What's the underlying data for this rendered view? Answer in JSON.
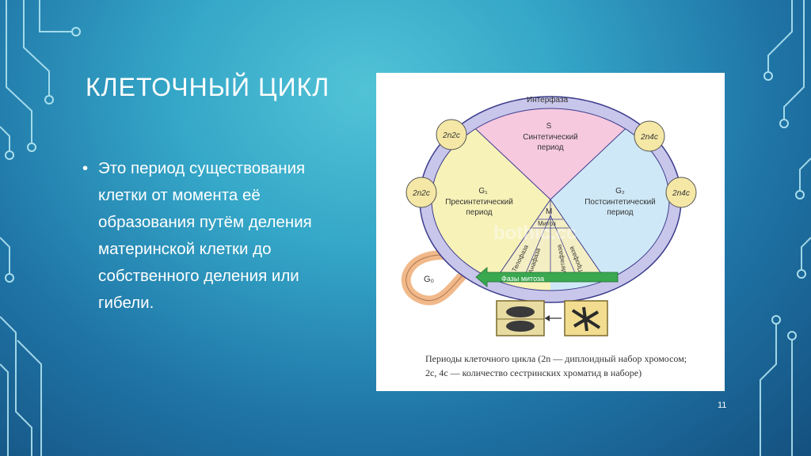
{
  "slide": {
    "title": "КЛЕТОЧНЫЙ ЦИКЛ",
    "bullet_marker": "•",
    "bullet_text": "Это период существования клетки от момента её образования путём деления материнской клетки до собственного деления или гибели.",
    "page_number": "11"
  },
  "diagram": {
    "ring_label": "Интерфаза",
    "s_phase": {
      "letter": "S",
      "line1": "Синтетический",
      "line2": "период"
    },
    "g1_phase": {
      "letter": "G₁",
      "line1": "Пресинтетический",
      "line2": "период"
    },
    "g2_phase": {
      "letter": "G₂",
      "line1": "Постсинтетический",
      "line2": "период"
    },
    "m_phase": {
      "letter": "M",
      "label": "Митоз"
    },
    "mitosis_phases": [
      "Телофаза",
      "Анафаза",
      "Метафаза",
      "Профаза"
    ],
    "arrow_label": "Фазы  митоза",
    "g0_label": "G₀",
    "chromosome_sets": {
      "top_left": "2n2c",
      "mid_left": "2n2c",
      "top_right": "2n4c",
      "mid_right": "2n4c"
    },
    "watermark": "bothic.cc",
    "caption_line1": "Периоды клеточного цикла (2n — диплоидный набор хромосом;",
    "caption_line2": "2с, 4с — количество сестринских хроматид в наборе)"
  },
  "colors": {
    "s_fill": "#f6c9df",
    "g1_fill": "#f7f2b8",
    "g2_fill": "#cfe8f7",
    "ring_fill": "#c8c6ea",
    "m_fill": "#f4eec4",
    "arrow_green": "#39a84f",
    "circle_fill": "#f5e8a6",
    "g0_loop": "#f1b98a"
  }
}
